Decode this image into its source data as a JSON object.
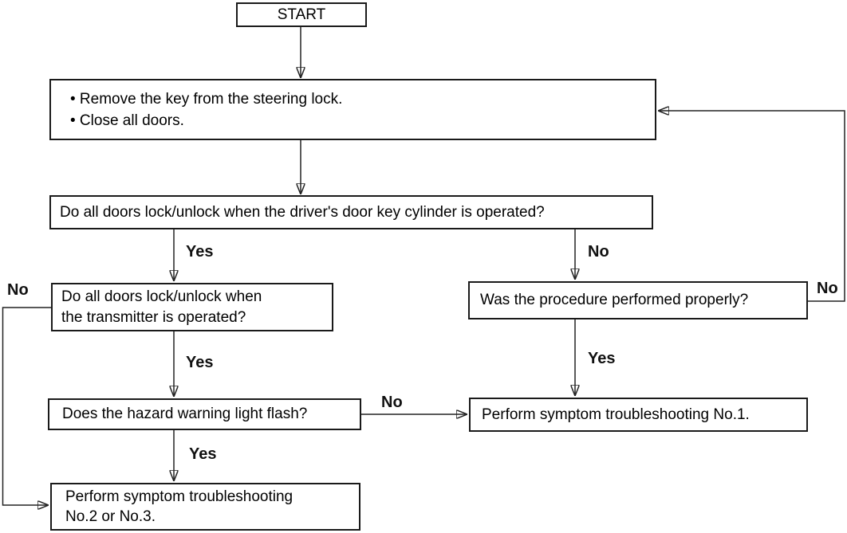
{
  "diagram": {
    "type": "flowchart",
    "background_color": "#ffffff",
    "line_color": "#222222",
    "text_color": "#000000",
    "nodes": {
      "start": {
        "label": "START"
      },
      "prepare": {
        "lines": [
          "• Remove the key from the steering lock.",
          "• Close all doors."
        ]
      },
      "key_cylinder_question": {
        "text": "Do all doors lock/unlock when the driver's door key cylinder is operated?"
      },
      "transmitter_question": {
        "lines": [
          "Do all doors lock/unlock when",
          "the transmitter is operated?"
        ]
      },
      "procedure_question": {
        "text": "Was the procedure performed properly?"
      },
      "hazard_question": {
        "text": "Does the hazard warning light flash?"
      },
      "troubleshooting_no1": {
        "text": "Perform symptom troubleshooting No.1."
      },
      "troubleshooting_no2_no3": {
        "lines": [
          "Perform symptom troubleshooting",
          "No.2 or No.3."
        ]
      }
    },
    "branch_labels": {
      "key_cylinder_yes": "Yes",
      "key_cylinder_no": "No",
      "transmitter_yes": "Yes",
      "transmitter_no": "No",
      "procedure_yes": "Yes",
      "procedure_no": "No",
      "hazard_yes": "Yes",
      "hazard_no": "No"
    }
  }
}
